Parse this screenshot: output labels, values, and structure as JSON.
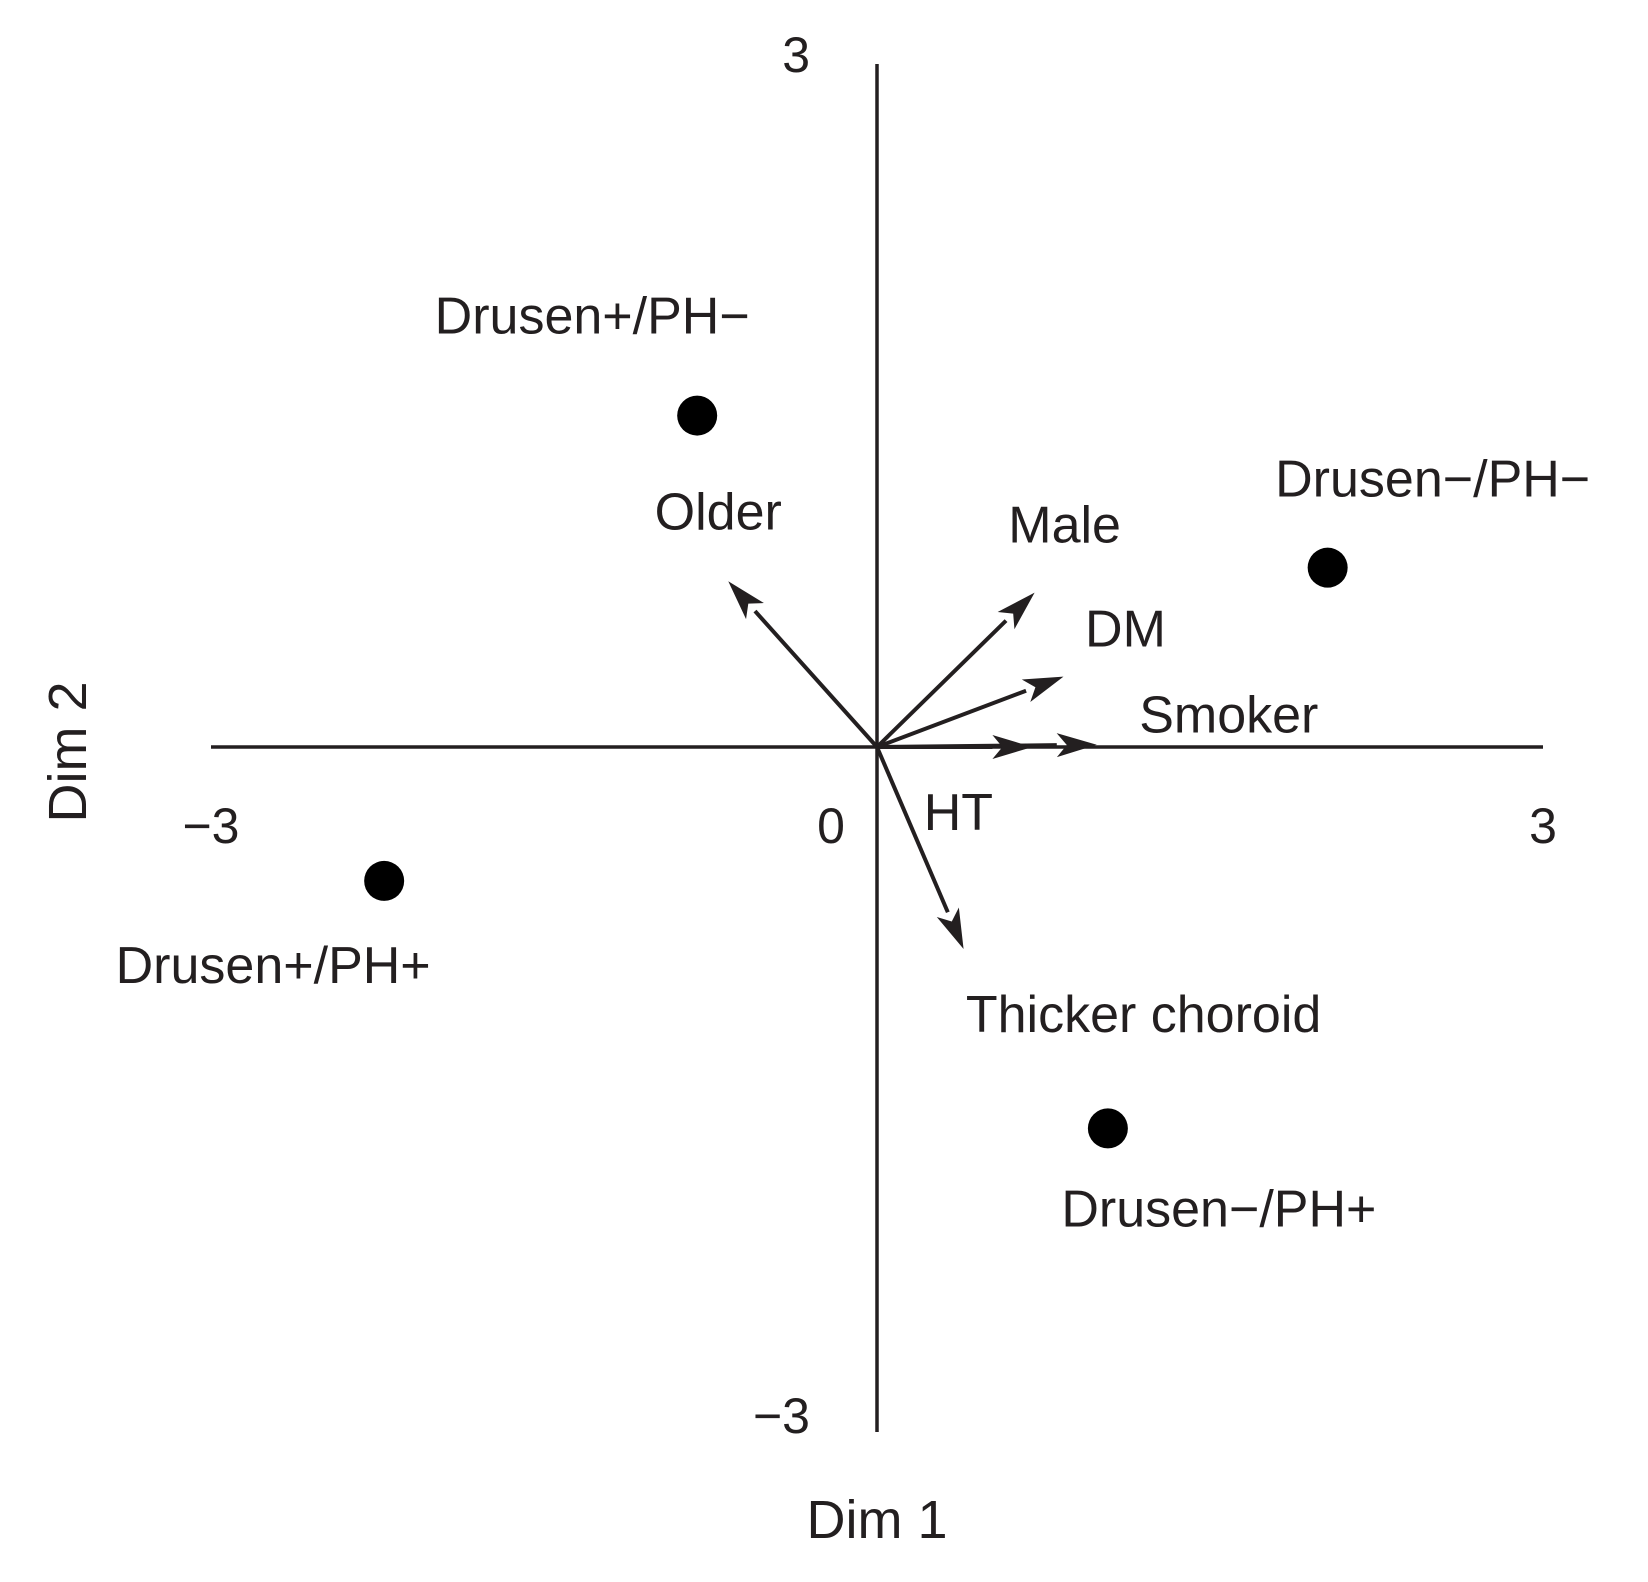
{
  "chart_data": {
    "type": "scatter",
    "title": "",
    "xlabel": "Dim 1",
    "ylabel": "Dim 2",
    "xlim": [
      -3,
      3
    ],
    "ylim": [
      -3,
      3
    ],
    "grid": false,
    "legend": "none",
    "x_ticks": [
      {
        "value": -3,
        "label": "−3"
      },
      {
        "value": 0,
        "label": "0"
      },
      {
        "value": 3,
        "label": "3"
      }
    ],
    "y_ticks": [
      {
        "value": 3,
        "label": "3"
      },
      {
        "value": -3,
        "label": "−3"
      }
    ],
    "points": [
      {
        "label": "Drusen+/PH−",
        "x": -0.81,
        "y": 1.46
      },
      {
        "label": "Drusen−/PH−",
        "x": 2.03,
        "y": 0.79
      },
      {
        "label": "Drusen+/PH+",
        "x": -2.22,
        "y": -0.59
      },
      {
        "label": "Drusen−/PH+",
        "x": 1.04,
        "y": -1.68
      }
    ],
    "vectors": [
      {
        "label": "Older",
        "x": -0.67,
        "y": 0.73
      },
      {
        "label": "Male",
        "x": 0.71,
        "y": 0.68
      },
      {
        "label": "DM",
        "x": 0.84,
        "y": 0.31
      },
      {
        "label": "Smoker",
        "x": 0.99,
        "y": 0.01
      },
      {
        "label": "HT",
        "x": 0.7,
        "y": 0.0
      },
      {
        "label": "Thicker choroid",
        "x": 0.39,
        "y": -0.89
      }
    ]
  }
}
